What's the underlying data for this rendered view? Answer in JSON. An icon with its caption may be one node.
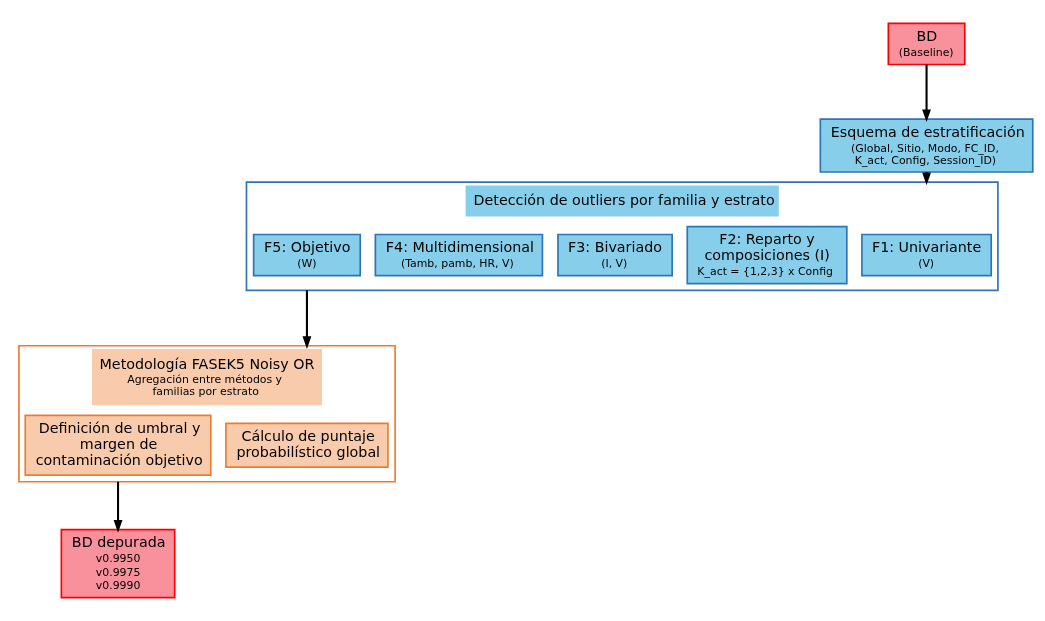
{
  "diagram": {
    "nodes": [
      {
        "text": [
          "BD",
          "(Baseline)"
        ]
      },
      {
        "text": [
          "Esquema de estratificación",
          "(Global, Sitio, Modo, FC_ID, K_act, Config, Session_ID)"
        ]
      },
      {
        "text": [
          "Detección de outliers por familia y estrato"
        ]
      },
      {
        "text": [
          "F1: Univariante",
          "(V)"
        ],
        "in": 2
      },
      {
        "text": [
          "F2: Reparto y composiciones (I)",
          "K_act = {1,2,3} x Config"
        ],
        "in": 2
      },
      {
        "text": [
          "F3: Bivariado",
          "(I, V)"
        ],
        "in": 2
      },
      {
        "text": [
          "F4: Multidimensional",
          "(Tamb, pamb, HR, V)"
        ],
        "in": 2
      },
      {
        "text": [
          "F5: Objetivo",
          "(W)"
        ],
        "in": 2
      },
      {
        "text": [
          "Metodología FASEK5 Noisy OR",
          "Agregación entre métodos y familias por estrato"
        ]
      },
      {
        "text": [
          "Cálculo de puntaje probabilístico global"
        ],
        "in": 8
      },
      {
        "text": [
          "Definición de umbral y margen de contaminación objetivo"
        ],
        "in": 8
      },
      {
        "text": [
          "BD depurada",
          "v0.9950",
          "v0.9975",
          "v0.9990"
        ]
      }
    ],
    "edges": [
      {
        "from": 0,
        "to": 1,
        "arrow": "to"
      },
      {
        "from": 1,
        "to": 2,
        "arrow": "to"
      },
      {
        "from": 2,
        "to": 8,
        "arrow": "to"
      },
      {
        "from": 8,
        "to": 11,
        "arrow": "to"
      }
    ]
  }
}
